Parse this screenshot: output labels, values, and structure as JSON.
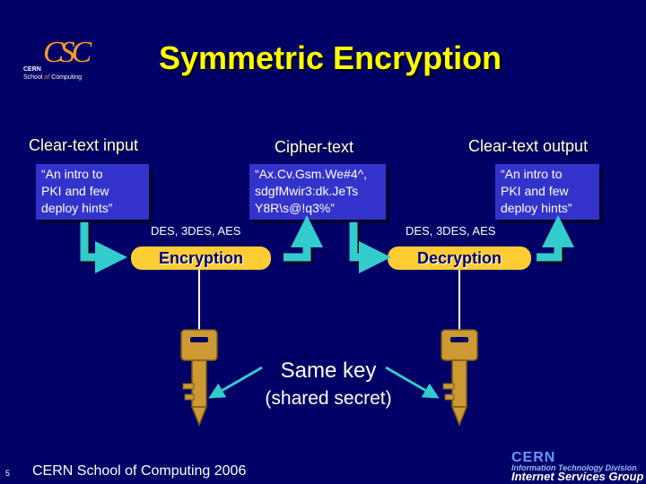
{
  "logo": {
    "mark": "CSC",
    "line1": "CERN",
    "line2_a": "School ",
    "line2_of": "of",
    "line2_b": " Computing"
  },
  "title": "Symmetric Encryption",
  "labels": {
    "input": "Clear-text input",
    "cipher": "Cipher-text",
    "output": "Clear-text output"
  },
  "boxes": {
    "input": "“An intro to\nPKI and few\ndeploy hints”",
    "cipher": "“Ax.Cv.Gsm.We#4^,\nsdgfMwir3:dk.JeTs\nY8R\\s@!q3%”",
    "output": "“An intro to\nPKI and few\ndeploy hints”"
  },
  "algorithms": {
    "left": "DES, 3DES, AES",
    "right": "DES, 3DES, AES"
  },
  "operations": {
    "encrypt": "Encryption",
    "decrypt": "Decryption"
  },
  "key": {
    "title": "Same key",
    "subtitle": "(shared secret)"
  },
  "footer": {
    "page": "5",
    "text": "CERN School of Computing 2006"
  },
  "org_logo": {
    "name": "CERN",
    "division": "Information Technology Division",
    "group": "Internet Services Group"
  },
  "colors": {
    "background": "#000066",
    "title": "#ffff00",
    "box": "#3333cc",
    "pill": "#ffcc33",
    "arrow": "#33cccc",
    "key": "#cc9933"
  }
}
